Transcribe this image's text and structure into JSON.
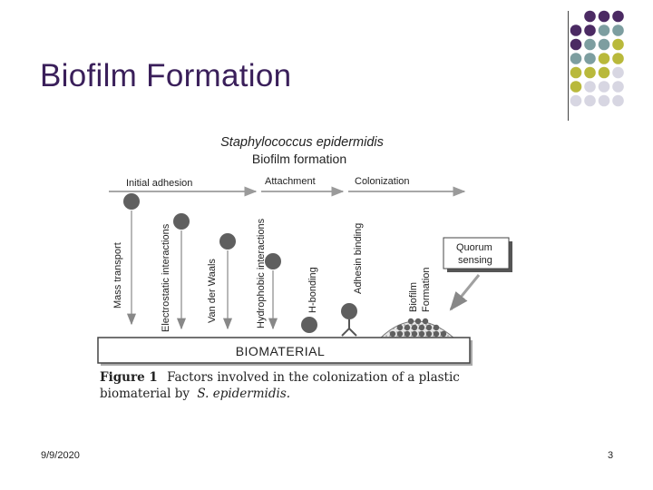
{
  "slide": {
    "title": "Biofilm Formation",
    "date": "9/9/2020",
    "page": "3"
  },
  "decor": {
    "dot_colors": {
      "purple": "#4b2a63",
      "teal": "#7d9ea0",
      "olive": "#b9b93b",
      "lavender": "#d7d6e2"
    }
  },
  "figure": {
    "title_line1": "Staphylococcus epidermidis",
    "title_line2": "Biofilm formation",
    "stages": {
      "initial": "Initial adhesion",
      "attachment": "Attachment",
      "colonization": "Colonization"
    },
    "factors": {
      "mass_transport": "Mass transport",
      "electrostatic": "Electrostatic interactions",
      "van_der_waals": "Van der Waals",
      "hydrophobic": "Hydrophobic interactions",
      "h_bonding": "H-bonding",
      "adhesin": "Adhesin binding",
      "biofilm_1": "Biofilm",
      "biofilm_2": "Formation"
    },
    "quorum_line1": "Quorum",
    "quorum_line2": "sensing",
    "biomaterial": "BIOMATERIAL",
    "caption_bold": "Figure 1",
    "caption_line1_rest": "Factors involved in the colonization of a plastic",
    "caption_line2": "biomaterial by",
    "caption_species": "S. epidermidis.",
    "caption_period": ""
  }
}
